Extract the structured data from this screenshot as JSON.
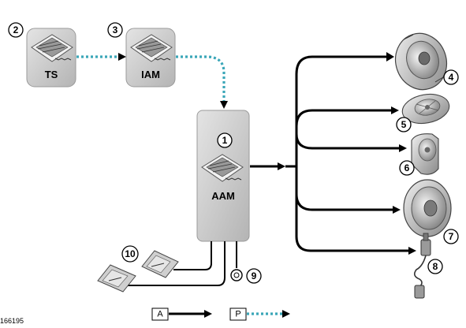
{
  "modules": {
    "ts": {
      "label": "TS",
      "callout": "2"
    },
    "iam": {
      "label": "IAM",
      "callout": "3"
    },
    "aam": {
      "label": "AAM",
      "callout": "1"
    }
  },
  "speakers": {
    "speaker_4": {
      "callout": "4"
    },
    "speaker_5": {
      "callout": "5"
    },
    "speaker_6": {
      "callout": "6"
    },
    "speaker_7": {
      "callout": "7"
    },
    "connector_8": {
      "callout": "8"
    }
  },
  "ground": {
    "callout": "9"
  },
  "fuses": {
    "callout": "10"
  },
  "legend": {
    "analog_label": "A",
    "digital_label": "P"
  },
  "figure_id": "166195",
  "colors": {
    "module_fill": "#c8c8c8",
    "wire": "#000000",
    "optical_link": "#3aa6b8"
  }
}
